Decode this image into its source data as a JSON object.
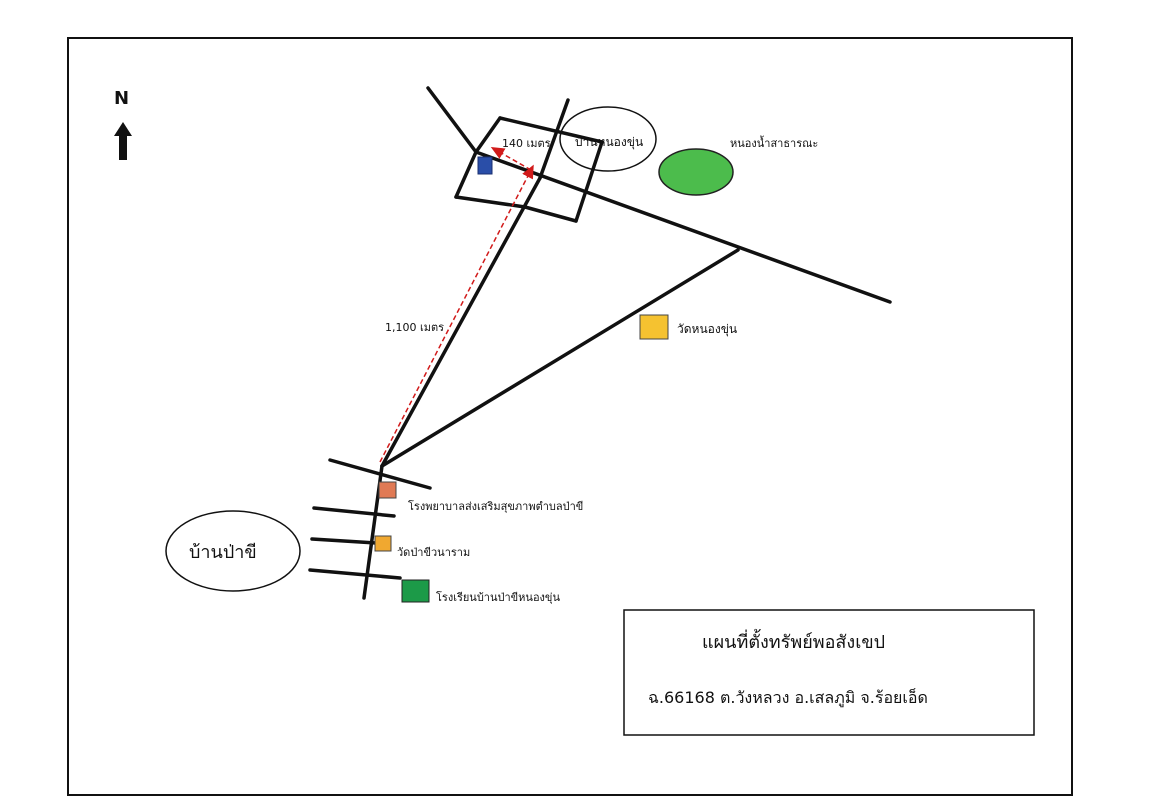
{
  "north": {
    "label": "N"
  },
  "places": {
    "village_north": "บ้านหนองขุ่น",
    "village_south": "บ้านป่าขี",
    "pond": "หนองน้ำสาธารณะ",
    "temple_north": "วัดหนองขุ่น",
    "hospital": "โรงพยาบาลส่งเสริมสุขภาพตำบลป่าขี",
    "temple_south": "วัดป่าขีวนาราม",
    "school": "โรงเรียนบ้านป่าขีหนองขุ่น"
  },
  "distances": {
    "short": "140 เมตร",
    "long": "1,100 เมตร"
  },
  "legend": {
    "title": "แผนที่ตั้งทรัพย์พอสังเขป",
    "subtitle": "ฉ.66168 ต.วังหลวง อ.เสลภูมิ จ.ร้อยเอ็ด"
  },
  "colors": {
    "road": "#111111",
    "route": "#d11a1a",
    "property": "#2a4ea8",
    "pond": "#4cbc4c",
    "temple_north": "#f5c230",
    "hospital": "#e07a55",
    "temple_south": "#f0a830",
    "school": "#1c9a48"
  }
}
